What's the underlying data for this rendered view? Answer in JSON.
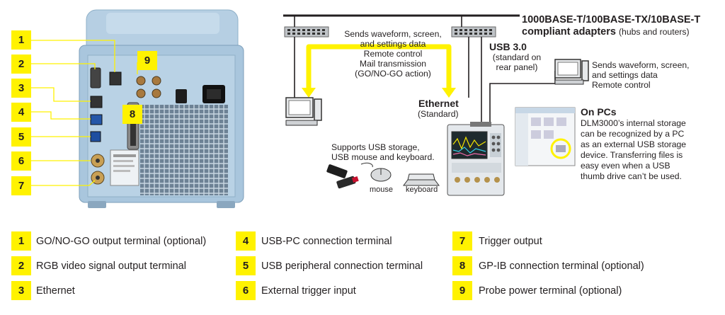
{
  "network": {
    "adapters_title": "1000BASE-T/100BASE-TX/10BASE-T",
    "adapters_title2": "compliant adapters",
    "adapters_sub": "(hubs and routers)",
    "ethernet_side_lines": [
      "Sends waveform, screen,",
      "and settings data",
      "Remote control",
      "Mail transmission",
      "(GO/NO-GO action)"
    ],
    "ethernet_label": "Ethernet",
    "ethernet_sub": "(Standard)",
    "usb_label": "USB 3.0",
    "usb_sub_lines": [
      "(standard on",
      "rear panel)"
    ],
    "pc_right_lines": [
      "Sends waveform, screen,",
      "and settings data",
      "Remote control"
    ],
    "usb_storage_lines": [
      "Supports USB storage,",
      "USB mouse and keyboard."
    ],
    "mouse_label": "mouse",
    "keyboard_label": "keyboard",
    "on_pcs_title": "On PCs",
    "on_pcs_lines": [
      "DLM3000’s internal storage",
      "can be recognized by a PC",
      "as an external USB storage",
      "device. Transferring files is",
      "easy even when a USB",
      "thumb drive can’t be used."
    ]
  },
  "callouts": [
    "1",
    "2",
    "3",
    "4",
    "5",
    "6",
    "7",
    "8",
    "9"
  ],
  "legend": [
    {
      "num": "1",
      "text": "GO/NO-GO output terminal (optional)"
    },
    {
      "num": "2",
      "text": "RGB video signal output terminal"
    },
    {
      "num": "3",
      "text": "Ethernet"
    },
    {
      "num": "4",
      "text": "USB-PC connection terminal"
    },
    {
      "num": "5",
      "text": "USB peripheral connection terminal"
    },
    {
      "num": "6",
      "text": "External trigger input"
    },
    {
      "num": "7",
      "text": "Trigger output"
    },
    {
      "num": "8",
      "text": "GP-IB connection terminal (optional)"
    },
    {
      "num": "9",
      "text": "Probe power terminal (optional)"
    }
  ],
  "colors": {
    "badge": "#fff200",
    "chassis": "#a9c6dd",
    "arrow": "#fff200",
    "line": "#231f20"
  }
}
